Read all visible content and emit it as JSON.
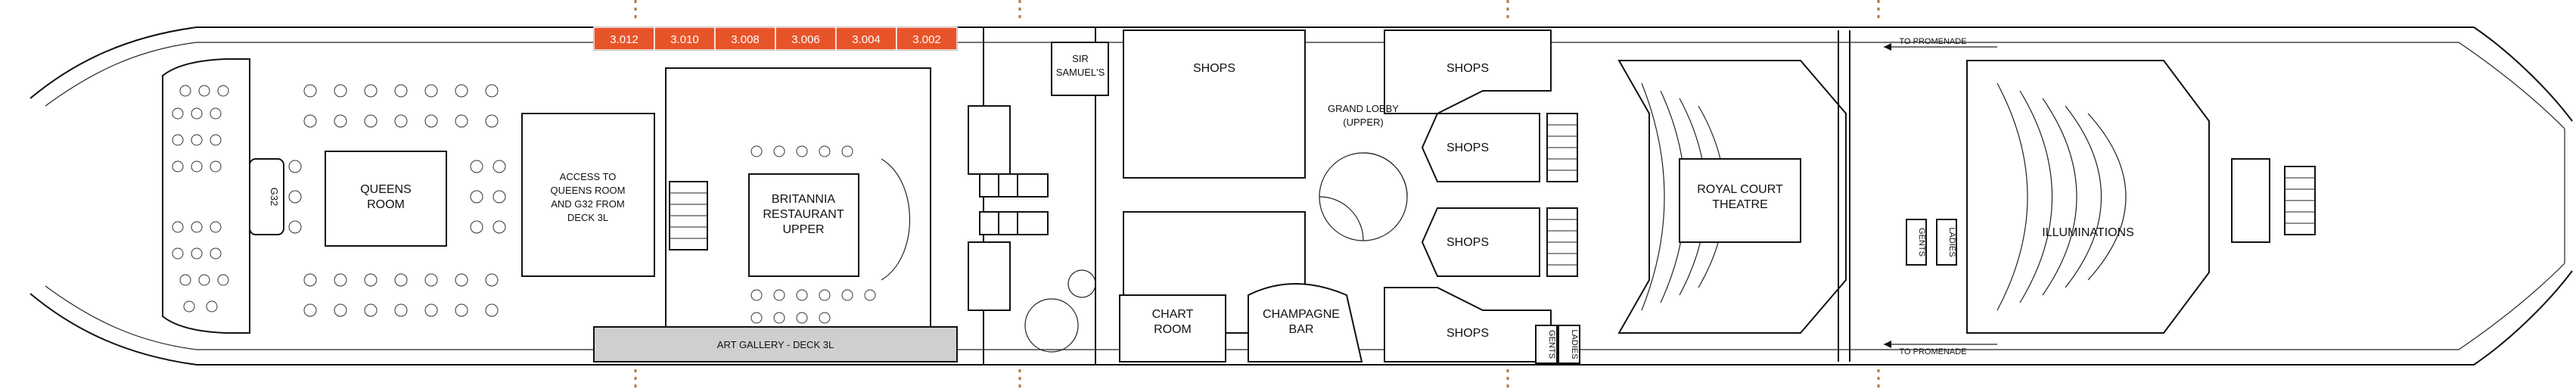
{
  "deck_plan": {
    "colors": {
      "stateroom_orange": "#e8542a",
      "gallery_grey": "#cfcfcf",
      "marker_brown": "#b07a3a"
    },
    "staterooms": [
      "3.012",
      "3.010",
      "3.008",
      "3.006",
      "3.004",
      "3.002"
    ],
    "labels": {
      "g32": "G32",
      "queens_room_1": "QUEENS",
      "queens_room_2": "ROOM",
      "access_1": "ACCESS TO",
      "access_2": "QUEENS ROOM",
      "access_3": "AND G32 FROM",
      "access_4": "DECK 3L",
      "britannia_1": "BRITANNIA",
      "britannia_2": "RESTAURANT",
      "britannia_3": "UPPER",
      "art_gallery": "ART GALLERY - DECK 3L",
      "sir_samuels_1": "SIR",
      "sir_samuels_2": "SAMUEL'S",
      "shops": "SHOPS",
      "grand_lobby_1": "GRAND LOBBY",
      "grand_lobby_2": "(UPPER)",
      "chart_room_1": "CHART",
      "chart_room_2": "ROOM",
      "champagne_bar_1": "CHAMPAGNE",
      "champagne_bar_2": "BAR",
      "royal_court_1": "ROYAL COURT",
      "royal_court_2": "THEATRE",
      "ladies": "LADIES",
      "gents": "GENTS",
      "to_promenade": "TO PROMENADE",
      "illuminations": "ILLUMINATIONS"
    }
  }
}
